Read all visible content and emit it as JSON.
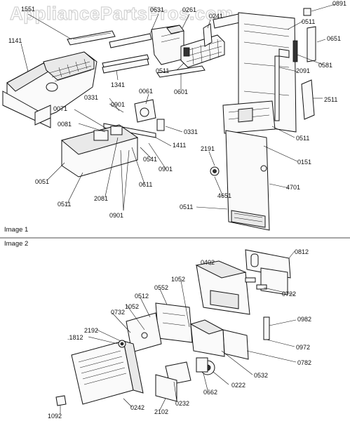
{
  "watermark": "AppliancePartsPros.com",
  "sections": {
    "image1": "Image 1",
    "image2": "Image 2"
  },
  "callouts": {
    "p1551": "1551",
    "p0631": "0631",
    "p0261": "0261",
    "p0241": "0241",
    "p0891": "0891",
    "p0511_top": "0511",
    "p0651": "0651",
    "p0581": "0581",
    "p1141": "1141",
    "p1341": "1341",
    "p0511_mid": "0511",
    "p0601": "0601",
    "p2091": "2091",
    "p2511": "2511",
    "p0331_a": "0331",
    "p0061": "0061",
    "p0901_a": "0901",
    "p0071": "0071",
    "p0081": "0081",
    "p0331_b": "0331",
    "p1411": "1411",
    "p0511_r": "0511",
    "p0541": "0541",
    "p0901_b": "0901",
    "p0151": "0151",
    "p2191": "2191",
    "p0051": "0051",
    "p2081": "2081",
    "p0611": "0611",
    "p4651": "4651",
    "p4701": "4701",
    "p0511_bl": "0511",
    "p0511_br": "0511",
    "p0901_c": "0901",
    "p0812": "0812",
    "p0402": "0402",
    "p1052_a": "1052",
    "p0552": "0552",
    "p0512": "0512",
    "p1052_b": "1052",
    "p0732": "0732",
    "p0722": "0722",
    "p0982": "0982",
    "p1812": ".1812",
    "p2192": "2192",
    "p0972": "0972",
    "p0782": "0782",
    "p0532": "0532",
    "p0222": "0222",
    "p0662": "0662",
    "p0232": "0232",
    "p2102": "2102",
    "p0242": "0242",
    "p1092": "1092"
  }
}
